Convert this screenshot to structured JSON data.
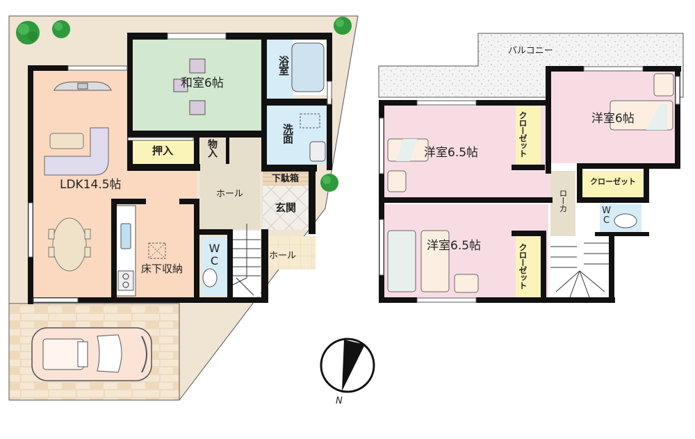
{
  "floor1": {
    "rooms": {
      "ldk": "LDK14.5帖",
      "washitsu": "和室6帖",
      "oshiire": "押入",
      "monoire": "物入",
      "bath": "浴室",
      "senmen": "洗面",
      "hall": "ホール",
      "getabako": "下駄箱",
      "genkan": "玄関",
      "wc": "WC",
      "porch_hall": "ホール",
      "underfloor": "床下収納"
    }
  },
  "floor2": {
    "rooms": {
      "balcony": "バルコニー",
      "youshitsu6": "洋室6帖",
      "youshitsu65_top": "洋室6.5帖",
      "youshitsu65_bottom": "洋室6.5帖",
      "closet_top": "クローゼット",
      "closet_right": "クローゼット",
      "closet_bottom": "クローゼット",
      "corridor": "ローカ",
      "wc": "WC"
    }
  },
  "compass": {
    "label": "N"
  },
  "colors": {
    "ldk": "#fbd9c0",
    "washitsu": "#d3e8d0",
    "storage": "#fbf4b8",
    "wet": "#d6ecf7",
    "hall": "#e6dfcb",
    "bedroom": "#f8dce4",
    "site": "#f0e4d2",
    "wall": "#111111"
  }
}
